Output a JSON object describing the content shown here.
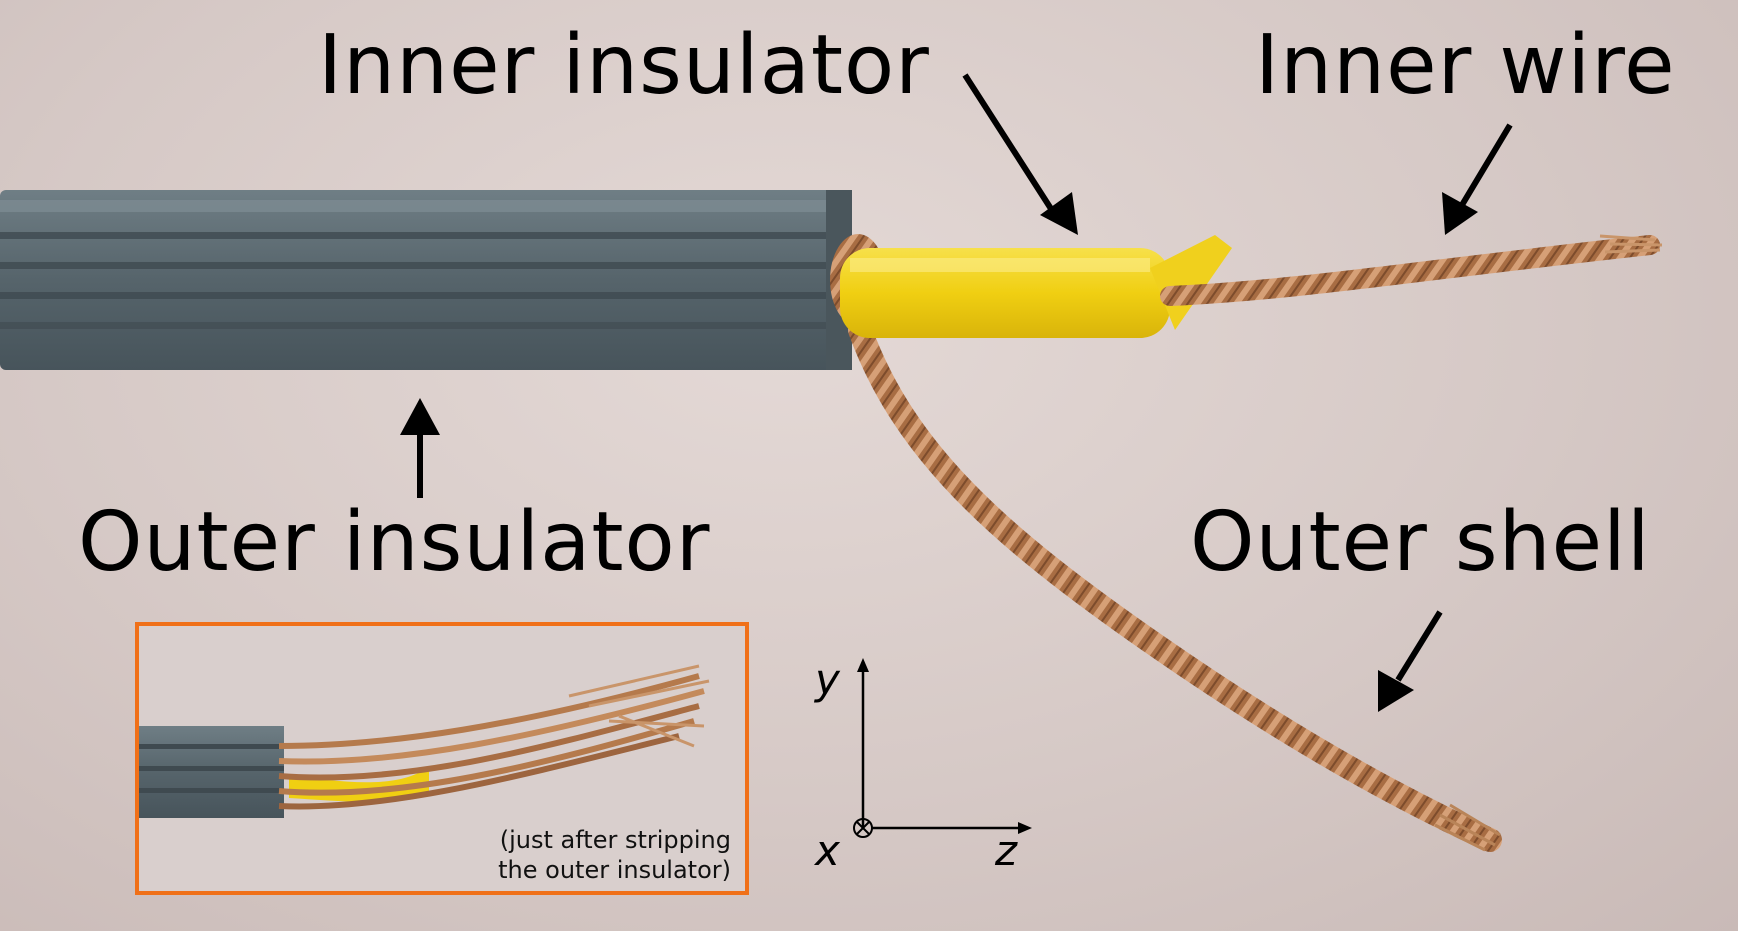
{
  "labels": {
    "inner_insulator": "Inner insulator",
    "inner_wire": "Inner wire",
    "outer_insulator": "Outer insulator",
    "outer_shell": "Outer shell"
  },
  "inset": {
    "caption_line1": "(just after stripping",
    "caption_line2": "the outer insulator)",
    "border_color": "#f07018"
  },
  "axes": {
    "y": "y",
    "x": "x",
    "z": "z"
  },
  "colors": {
    "outer_insulator": "#5d6b72",
    "inner_insulator": "#f2d21a",
    "copper": "#b57a4c",
    "background": "#d6c9c6"
  }
}
